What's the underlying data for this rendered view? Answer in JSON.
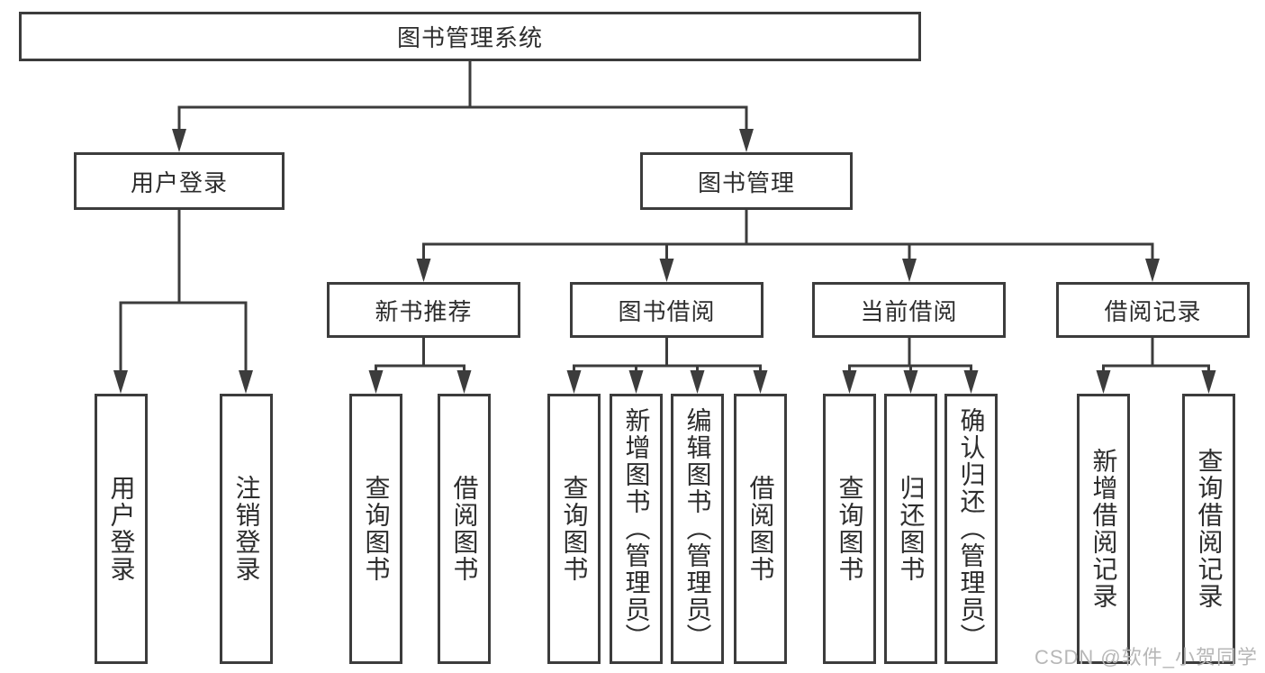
{
  "tree": {
    "root": {
      "label": "图书管理系统"
    },
    "user_login": {
      "label": "用户登录",
      "children": [
        {
          "label": "用户登录"
        },
        {
          "label": "注销登录"
        }
      ]
    },
    "book_management": {
      "label": "图书管理",
      "children": [
        {
          "label": "新书推荐",
          "children": [
            {
              "label": "查询图书"
            },
            {
              "label": "借阅图书"
            }
          ]
        },
        {
          "label": "图书借阅",
          "children": [
            {
              "label": "查询图书"
            },
            {
              "label": "新增图书（管理员）"
            },
            {
              "label": "编辑图书（管理员）"
            },
            {
              "label": "借阅图书"
            }
          ]
        },
        {
          "label": "当前借阅",
          "children": [
            {
              "label": "查询图书"
            },
            {
              "label": "归还图书"
            },
            {
              "label": "确认归还（管理员）"
            }
          ]
        },
        {
          "label": "借阅记录",
          "children": [
            {
              "label": "新增借阅记录"
            },
            {
              "label": "查询借阅记录"
            }
          ]
        }
      ]
    }
  },
  "watermark": "CSDN @软件_小贺同学",
  "colors": {
    "line": "#3c3c3c",
    "text": "#2d2d2d",
    "watermark": "#b7b7b7",
    "background": "#ffffff"
  }
}
